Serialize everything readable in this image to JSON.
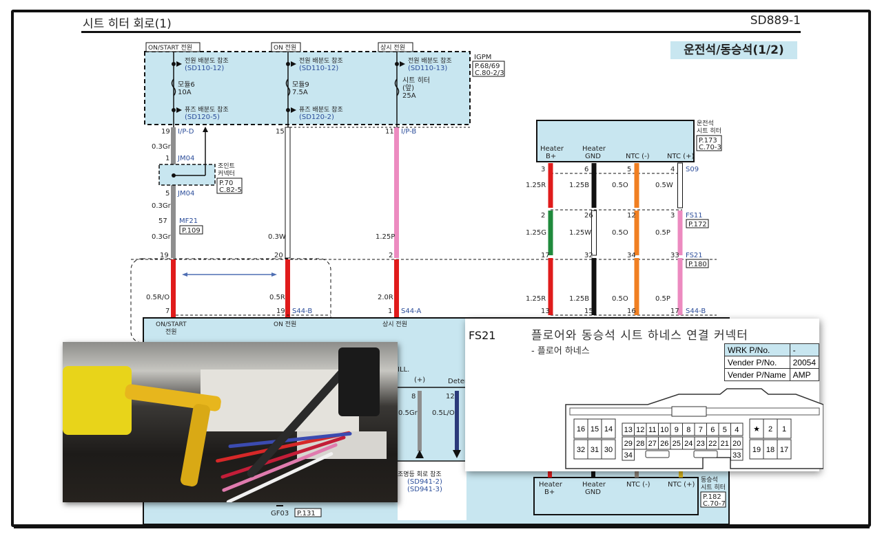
{
  "header": {
    "title": "시트 히터 회로(1)",
    "code": "SD889-1",
    "section": "운전석/동승석(1/2)"
  },
  "power_sources": [
    {
      "label": "ON/START 전원",
      "ref_label": "전원 배분도 참조",
      "ref": "(SD110-12)",
      "fuse_name": "모듈6",
      "fuse_rating": "10A",
      "ref2_label": "퓨즈 배분도 참조",
      "ref2": "(SD120-5)"
    },
    {
      "label": "ON 전원",
      "ref_label": "전원 배분도 참조",
      "ref": "(SD110-12)",
      "fuse_name": "모듈9",
      "fuse_rating": "7.5A",
      "ref2_label": "퓨즈 배분도 참조",
      "ref2": "(SD120-2)"
    },
    {
      "label": "상시 전원",
      "ref_label": "전원 배분도 참조",
      "ref": "(SD110-13)",
      "fuse_name": "시트 히터",
      "fuse_name2": "(앞)",
      "fuse_rating": "25A"
    }
  ],
  "igpm": {
    "name": "IGPM",
    "page": "P.68/69",
    "conn": "C.80-2/3"
  },
  "left_wiring": {
    "col1": {
      "pin_top": "19",
      "conn_top": "I/P-D",
      "wire1": "0.3Gr",
      "jm_pin_in": "1",
      "jm_in": "JM04",
      "jm_pin_out": "5",
      "jm_out": "JM04",
      "wire2": "0.3Gr",
      "mf_pin": "57",
      "mf": "MF21",
      "mf_page": "P.109",
      "wire3": "0.3Gr",
      "pin_mid": "19",
      "wire4": "0.5R/O",
      "pin_bottom": "7"
    },
    "col2": {
      "pin_top": "15",
      "wire1": "0.3W",
      "pin_mid": "20",
      "wire2": "0.5R",
      "pin_bottom": "19",
      "conn_bottom": "S44-B"
    },
    "col3": {
      "pin_top": "11",
      "conn_top": "I/P-B",
      "wire1": "1.25P",
      "pin_mid": "2",
      "wire2": "2.0R",
      "pin_bottom": "1",
      "conn_bottom": "S44-A"
    },
    "joint": {
      "name_line1": "조인트",
      "name_line2": "커넥터",
      "page": "P.70",
      "conn": "C.82-5"
    }
  },
  "module_inputs": {
    "in1_line1": "ON/START",
    "in1_line2": "전원",
    "in2": "ON 전원",
    "in3": "상시 전원",
    "ill": "ILL.",
    "ill_plus": "(+)",
    "detect": "Deter"
  },
  "ill_wiring": {
    "pin1": "8",
    "wire1": "0.5Gr",
    "pin2": "12",
    "wire2": "0.5L/O",
    "ref_label": "조명등 회로 참조",
    "ref1": "(SD941-2)",
    "ref2": "(SD941-3)"
  },
  "ground": {
    "name": "GF03",
    "page": "P.131"
  },
  "driver_heater": {
    "name_line1": "운전석",
    "name_line2": "시트 히터",
    "page": "P.173",
    "conn": "C.70-3",
    "pins": [
      {
        "label1": "Heater",
        "label2": "B+"
      },
      {
        "label1": "Heater",
        "label2": "GND"
      },
      {
        "label1": "NTC (-)",
        "label2": ""
      },
      {
        "label1": "NTC (+)",
        "label2": ""
      }
    ]
  },
  "right_wiring": {
    "row_pins1": [
      "3",
      "6",
      "5",
      "4"
    ],
    "conn1": "S09",
    "wires1": [
      "1.25R",
      "1.25B",
      "0.5O",
      "0.5W"
    ],
    "row_pins2": [
      "2",
      "26",
      "12",
      "3"
    ],
    "conn2": "FS11",
    "conn2_page": "P.172",
    "wires2": [
      "1.25G",
      "1.25W",
      "0.5O",
      "0.5P"
    ],
    "row_pins3": [
      "17",
      "32",
      "34",
      "33"
    ],
    "conn3": "FS21",
    "conn3_page": "P.180",
    "wires3": [
      "1.25R",
      "1.25B",
      "0.5O",
      "0.5P"
    ],
    "row_pins4": [
      "13",
      "15",
      "16",
      "17"
    ],
    "conn4": "S44-B",
    "colors": {
      "red": "#e01b1b",
      "black": "#111111",
      "orange": "#f07f22",
      "white": "#ffffff",
      "green": "#1f8a3c",
      "pink": "#ec8bc0",
      "gray": "#8e8e8e",
      "navy": "#2b3a7a"
    }
  },
  "passenger_heater": {
    "name_line1": "동승석",
    "name_line2": "시트 히터",
    "page": "P.182",
    "conn": "C.70-7",
    "pins": [
      {
        "label1": "Heater",
        "label2": "B+"
      },
      {
        "label1": "Heater",
        "label2": "GND"
      },
      {
        "label1": "NTC (-)",
        "label2": ""
      },
      {
        "label1": "NTC (+)",
        "label2": ""
      }
    ]
  },
  "fs21_popup": {
    "id": "FS21",
    "name": "플로어와 동승석 시트 하네스 연결 커넥터",
    "sub": "- 플로어 하네스",
    "table": [
      {
        "key": "WRK P/No.",
        "value": "-"
      },
      {
        "key": "Vender P/No.",
        "value": "20054"
      },
      {
        "key": "Vender P/Name",
        "value": "AMP"
      }
    ],
    "pinout": {
      "left_top": [
        "16",
        "15",
        "14"
      ],
      "left_bottom": [
        "32",
        "31",
        "30"
      ],
      "mid_top": [
        "13",
        "12",
        "11",
        "10",
        "9",
        "8",
        "7",
        "6",
        "5",
        "4"
      ],
      "mid_bottom": [
        "29",
        "28",
        "27",
        "26",
        "25",
        "24",
        "23",
        "22",
        "21",
        "20"
      ],
      "mid_extra_left": "34",
      "mid_extra_right": "33",
      "right_top": [
        "★",
        "2",
        "1"
      ],
      "right_bottom": [
        "19",
        "18",
        "17"
      ]
    }
  },
  "photo": {
    "description": "wiring harness connector photo"
  }
}
